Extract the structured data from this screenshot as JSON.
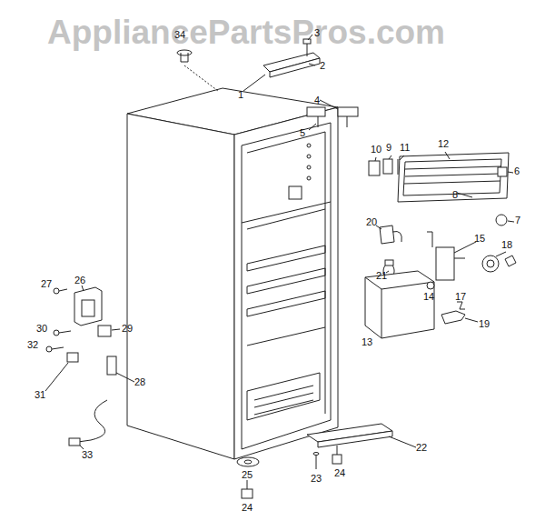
{
  "diagram": {
    "labels": [
      "AppliancePartsPros.com",
      "34",
      "3",
      "2",
      "1",
      "4",
      "5",
      "12",
      "6",
      "10",
      "9",
      "11",
      "8",
      "7",
      "20",
      "15",
      "18",
      "21",
      "14",
      "17",
      "19",
      "13",
      "27",
      "26",
      "30",
      "29",
      "32",
      "31",
      "28",
      "33",
      "25",
      "24",
      "22",
      "23",
      "24"
    ]
  }
}
